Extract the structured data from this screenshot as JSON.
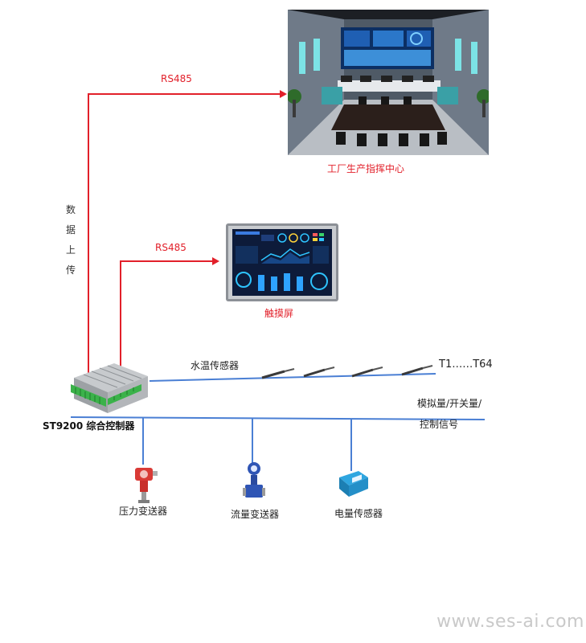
{
  "labels": {
    "rs485_top": "RS485",
    "rs485_mid": "RS485",
    "command_center": "工厂生产指挥中心",
    "touch_screen": "触摸屏",
    "upload_chars": [
      "数",
      "据",
      "上",
      "传"
    ],
    "water_temp_sensor": "水温传感器",
    "t_range": "T1……T64",
    "analog_switch_line1": "模拟量/开关量/",
    "analog_switch_line2": "控制信号",
    "controller": "ST9200 综合控制器",
    "pressure_transmitter": "压力变送器",
    "flow_transmitter": "流量变送器",
    "power_sensor": "电量传感器"
  },
  "watermark": "www.ses-ai.com",
  "colors": {
    "red_line": "#e2202a",
    "blue_line": "#4a7fd4",
    "device_green": "#3bb24a"
  }
}
